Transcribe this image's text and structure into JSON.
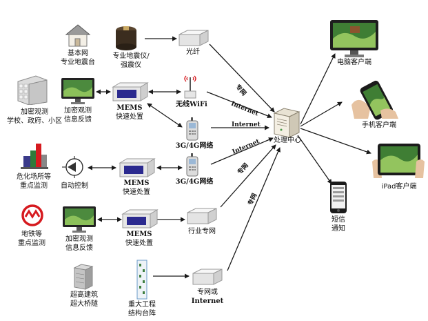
{
  "labels": {
    "base_network": "基本网",
    "pro_station": "专业地震台",
    "pro_seismo_1": "专业地震仪/",
    "pro_seismo_2": "强震仪",
    "fiber": "光纤",
    "dense_obs": "加密观测",
    "schools": "学校、政府、小区",
    "dense_feedback_1": "加密观测",
    "dense_feedback_2": "信息反馈",
    "mems": "MEMS",
    "fast_proc": "快速处置",
    "wifi": "无线WiFi",
    "g34_1": "3G/4G网络",
    "hazard_1": "危化场所等",
    "hazard_2": "重点监测",
    "auto_ctrl": "自动控制",
    "g34_2": "3G/4G网络",
    "metro_1": "地铁等",
    "metro_2": "重点监测",
    "industry_net": "行业专网",
    "tall_1": "超高建筑",
    "tall_2": "超大桥隧",
    "major_1": "重大工程",
    "major_2": "结构台阵",
    "private_or": "专网或",
    "internet": "Internet",
    "center": "处理中心",
    "pc_client": "电脑客户端",
    "phone_client": "手机客户端",
    "ipad_client": "iPad客户端",
    "sms_1": "短信",
    "sms_2": "通知"
  },
  "edge_labels": {
    "e_fiber": "专网",
    "e_wifi": "Internet",
    "e_34g_1": "Internet",
    "e_34g_2": "Internet",
    "e_industry": "专网",
    "e_private": "专网"
  },
  "colors": {
    "line": "#1a1a1a",
    "box": "#ececec",
    "screen_blue": "#2b2a8f",
    "monitor_green": "#4c8a3e",
    "metro_red": "#d61a1f",
    "sky_blue": "#6a9bc8"
  }
}
